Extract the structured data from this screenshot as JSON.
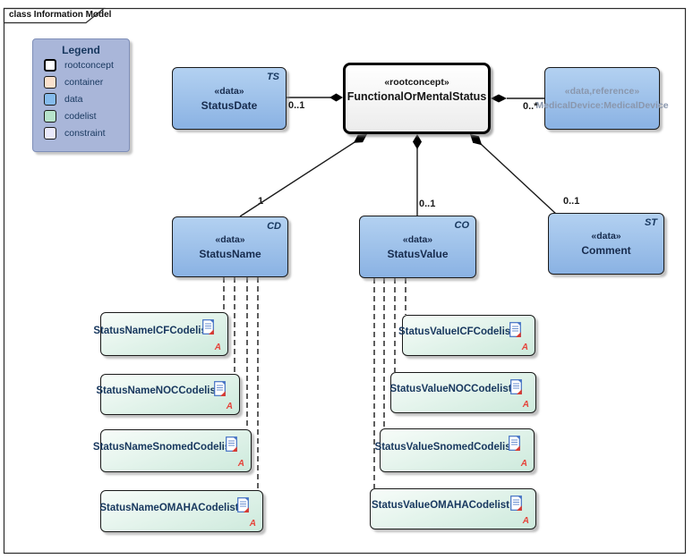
{
  "frame": {
    "label": "class Information Model"
  },
  "legend": {
    "title": "Legend",
    "items": [
      {
        "label": "rootconcept",
        "color": "#ffffff"
      },
      {
        "label": "container",
        "color": "#fae1cd"
      },
      {
        "label": "data",
        "color": "#85bbec"
      },
      {
        "label": "codelist",
        "color": "#b7e3cb"
      },
      {
        "label": "constraint",
        "color": "#e9e9fb"
      }
    ],
    "background": "#a9b6d9"
  },
  "nodes": {
    "root": {
      "stereotype": "«rootconcept»",
      "name": "FunctionalOrMentalStatus"
    },
    "status_date": {
      "stereotype": "«data»",
      "name": "StatusDate",
      "type": "TS"
    },
    "medical_device": {
      "stereotype": "«data,reference»",
      "name": "MedicalDevice:MedicalDevice"
    },
    "status_name": {
      "stereotype": "«data»",
      "name": "StatusName",
      "type": "CD"
    },
    "status_value": {
      "stereotype": "«data»",
      "name": "StatusValue",
      "type": "CO"
    },
    "comment": {
      "stereotype": "«data»",
      "name": "Comment",
      "type": "ST"
    }
  },
  "multiplicity": {
    "status_date": "0..1",
    "medical_device": "0..*",
    "status_name": "1",
    "status_value": "0..1",
    "comment": "0..1"
  },
  "codelists": {
    "marker": "A",
    "left": [
      {
        "name": "StatusNameICFCodelist"
      },
      {
        "name": "StatusNameNOCCodelist"
      },
      {
        "name": "StatusNameSnomedCodelist"
      },
      {
        "name": "StatusNameOMAHACodelist"
      }
    ],
    "right": [
      {
        "name": "StatusValueICFCodelist"
      },
      {
        "name": "StatusValueNOCCodelist"
      },
      {
        "name": "StatusValueSnomedCodelist"
      },
      {
        "name": "StatusValueOMAHACodelist"
      }
    ]
  },
  "colors": {
    "data_fill": "#8ab2e3",
    "codelist_fill": "#cdeadc",
    "reference_text": "#8a97ad",
    "doc_icon_blue": "#4472c4",
    "marker_red": "#e5433a"
  }
}
